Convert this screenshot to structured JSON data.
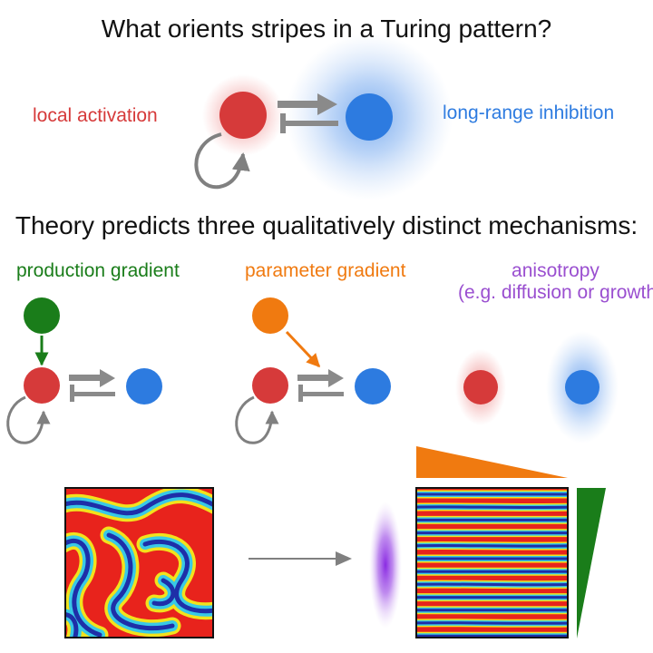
{
  "title": "What orients stripes in a Turing pattern?",
  "top_diagram": {
    "activator_label": "local activation",
    "inhibitor_label": "long-range inhibition"
  },
  "subtitle": "Theory predicts three qualitatively distinct mechanisms:",
  "mechanisms": [
    {
      "label": "production gradient"
    },
    {
      "label": "parameter gradient"
    },
    {
      "label_line1": "anisotropy",
      "label_line2": "(e.g. diffusion or growth)"
    }
  ],
  "colors": {
    "activator": "#d63a3a",
    "inhibitor": "#2d7be0",
    "production_gradient": "#1a7d1a",
    "parameter_gradient": "#f07a10",
    "anisotropy": "#9a4fd0",
    "connector": "#808080",
    "pattern_red": "#e8231c",
    "pattern_yellow": "#f2e21c",
    "pattern_cyan": "#38c9e6",
    "pattern_blue": "#1e2fa8"
  },
  "icons": [
    "self-activation-loop-icon",
    "activation-arrow-icon",
    "inhibition-bar-icon",
    "transform-arrow-icon"
  ]
}
